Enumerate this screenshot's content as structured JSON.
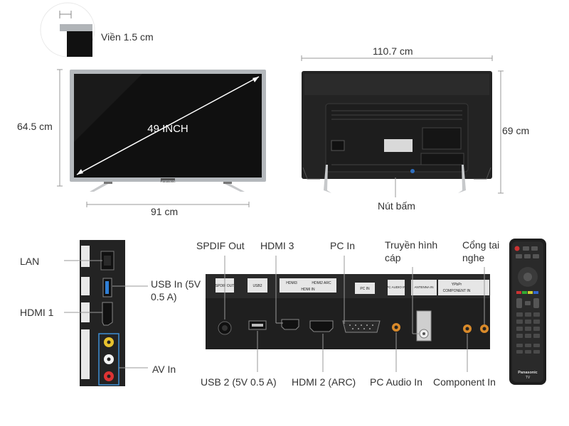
{
  "front": {
    "bezel_label": "Viền 1.5 cm",
    "screen_size": "49 INCH",
    "height": "64.5 cm",
    "width": "91 cm",
    "brand": "Panasonic"
  },
  "back": {
    "width": "110.7 cm",
    "height": "69 cm",
    "button_label": "Nút bấm"
  },
  "side_ports": {
    "lan": "LAN",
    "usb_in": "USB In (5V 0.5 A)",
    "hdmi1": "HDMI 1",
    "av_in": "AV In"
  },
  "rear_ports": {
    "spdif_out": "SPDIF Out",
    "hdmi3": "HDMI 3",
    "pc_in": "PC In",
    "cable_tv": "Truyền hình cáp",
    "headphone": "Cổng tai nghe",
    "usb2": "USB 2 (5V 0.5 A)",
    "hdmi2": "HDMI 2 (ARC)",
    "pc_audio_in": "PC Audio In",
    "component_in": "Component In"
  },
  "panel_labels": {
    "spdif": "SPDIF OUT",
    "usb2": "USB2",
    "hdmi3": "HDMI3",
    "hdmi2": "HDMI2 ARC",
    "hdmi_in": "HDMI IN",
    "pc_in": "PC IN",
    "pc_audio": "PC AUDIO IN",
    "antenna": "ANTENNA IN",
    "ypbpr": "YPbPr",
    "component": "COMPONENT IN"
  },
  "remote": {
    "brand": "Panasonic",
    "model": "TV"
  },
  "colors": {
    "frame": "#b4b8bc",
    "screen": "#101010",
    "line": "#999999",
    "port_gold": "#d98a2a"
  }
}
